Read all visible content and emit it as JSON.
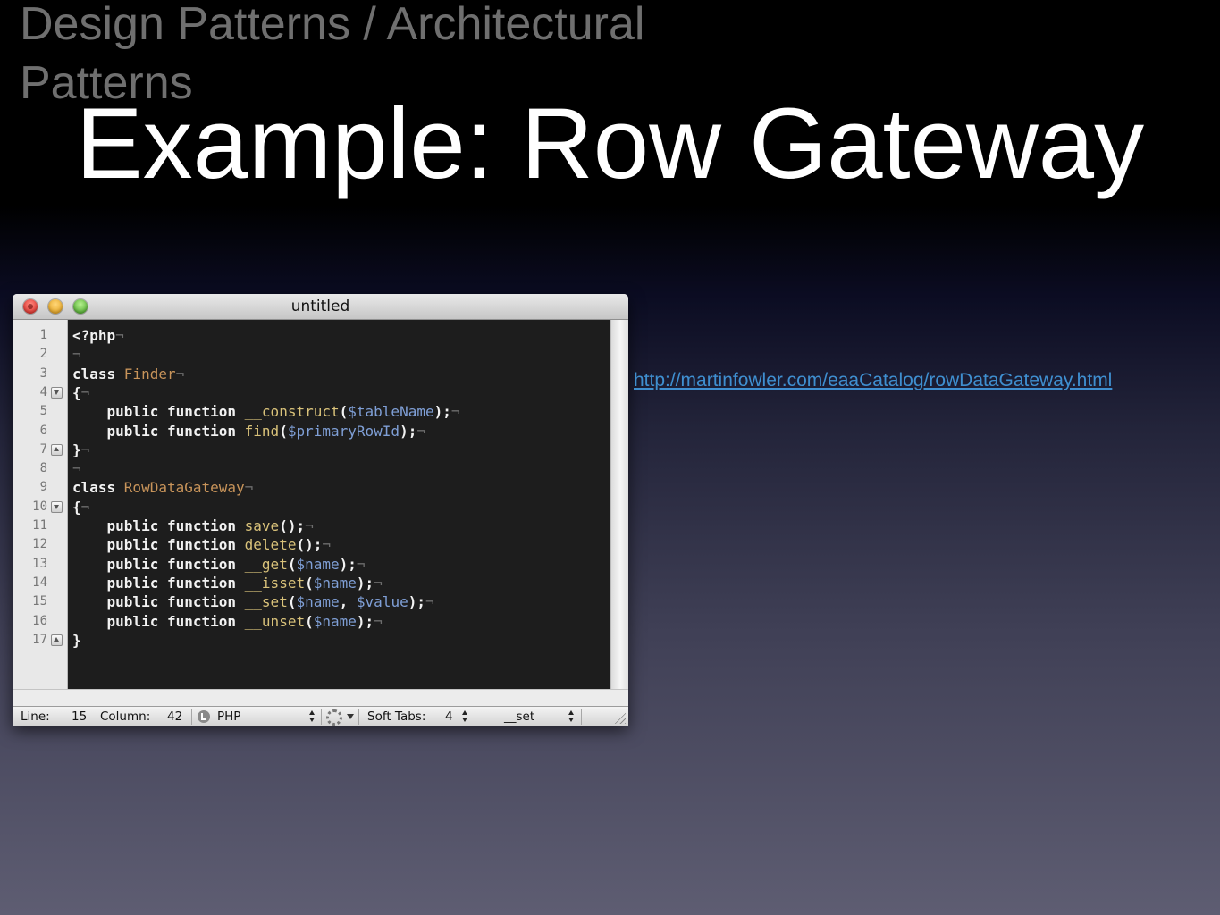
{
  "slide": {
    "section_title": "Design Patterns / Architectural Patterns",
    "title": "Example: Row Gateway",
    "link_url": "http://martinfowler.com/eaaCatalog/rowDataGateway.html"
  },
  "window": {
    "title": "untitled"
  },
  "editor": {
    "lines": [
      {
        "n": "1",
        "fold": "",
        "tokens": [
          {
            "t": "<?php",
            "c": "plain"
          },
          {
            "t": "¬",
            "c": "nl"
          }
        ]
      },
      {
        "n": "2",
        "fold": "",
        "tokens": [
          {
            "t": "¬",
            "c": "nl"
          }
        ]
      },
      {
        "n": "3",
        "fold": "",
        "tokens": [
          {
            "t": "class ",
            "c": "plain"
          },
          {
            "t": "Finder",
            "c": "cls"
          },
          {
            "t": "¬",
            "c": "nl"
          }
        ]
      },
      {
        "n": "4",
        "fold": "down",
        "tokens": [
          {
            "t": "{",
            "c": "plain"
          },
          {
            "t": "¬",
            "c": "nl"
          }
        ]
      },
      {
        "n": "5",
        "fold": "",
        "tokens": [
          {
            "t": "    public function ",
            "c": "plain"
          },
          {
            "t": "__construct",
            "c": "fn"
          },
          {
            "t": "(",
            "c": "plain"
          },
          {
            "t": "$tableName",
            "c": "var"
          },
          {
            "t": ");",
            "c": "plain"
          },
          {
            "t": "¬",
            "c": "nl"
          }
        ]
      },
      {
        "n": "6",
        "fold": "",
        "tokens": [
          {
            "t": "    public function ",
            "c": "plain"
          },
          {
            "t": "find",
            "c": "fn"
          },
          {
            "t": "(",
            "c": "plain"
          },
          {
            "t": "$primaryRowId",
            "c": "var"
          },
          {
            "t": ");",
            "c": "plain"
          },
          {
            "t": "¬",
            "c": "nl"
          }
        ]
      },
      {
        "n": "7",
        "fold": "up",
        "tokens": [
          {
            "t": "}",
            "c": "plain"
          },
          {
            "t": "¬",
            "c": "nl"
          }
        ]
      },
      {
        "n": "8",
        "fold": "",
        "tokens": [
          {
            "t": "¬",
            "c": "nl"
          }
        ]
      },
      {
        "n": "9",
        "fold": "",
        "tokens": [
          {
            "t": "class ",
            "c": "plain"
          },
          {
            "t": "RowDataGateway",
            "c": "cls"
          },
          {
            "t": "¬",
            "c": "nl"
          }
        ]
      },
      {
        "n": "10",
        "fold": "down",
        "tokens": [
          {
            "t": "{",
            "c": "plain"
          },
          {
            "t": "¬",
            "c": "nl"
          }
        ]
      },
      {
        "n": "11",
        "fold": "",
        "tokens": [
          {
            "t": "    public function ",
            "c": "plain"
          },
          {
            "t": "save",
            "c": "fn"
          },
          {
            "t": "();",
            "c": "plain"
          },
          {
            "t": "¬",
            "c": "nl"
          }
        ]
      },
      {
        "n": "12",
        "fold": "",
        "tokens": [
          {
            "t": "    public function ",
            "c": "plain"
          },
          {
            "t": "delete",
            "c": "fn"
          },
          {
            "t": "();",
            "c": "plain"
          },
          {
            "t": "¬",
            "c": "nl"
          }
        ]
      },
      {
        "n": "13",
        "fold": "",
        "tokens": [
          {
            "t": "    public function ",
            "c": "plain"
          },
          {
            "t": "__get",
            "c": "fn"
          },
          {
            "t": "(",
            "c": "plain"
          },
          {
            "t": "$name",
            "c": "var"
          },
          {
            "t": ");",
            "c": "plain"
          },
          {
            "t": "¬",
            "c": "nl"
          }
        ]
      },
      {
        "n": "14",
        "fold": "",
        "tokens": [
          {
            "t": "    public function ",
            "c": "plain"
          },
          {
            "t": "__isset",
            "c": "fn"
          },
          {
            "t": "(",
            "c": "plain"
          },
          {
            "t": "$name",
            "c": "var"
          },
          {
            "t": ");",
            "c": "plain"
          },
          {
            "t": "¬",
            "c": "nl"
          }
        ]
      },
      {
        "n": "15",
        "fold": "",
        "tokens": [
          {
            "t": "    public function ",
            "c": "plain"
          },
          {
            "t": "__set",
            "c": "fn"
          },
          {
            "t": "(",
            "c": "plain"
          },
          {
            "t": "$name",
            "c": "var"
          },
          {
            "t": ", ",
            "c": "plain"
          },
          {
            "t": "$value",
            "c": "var"
          },
          {
            "t": ");",
            "c": "plain"
          },
          {
            "t": "¬",
            "c": "nl"
          }
        ]
      },
      {
        "n": "16",
        "fold": "",
        "tokens": [
          {
            "t": "    public function ",
            "c": "plain"
          },
          {
            "t": "__unset",
            "c": "fn"
          },
          {
            "t": "(",
            "c": "plain"
          },
          {
            "t": "$name",
            "c": "var"
          },
          {
            "t": ");",
            "c": "plain"
          },
          {
            "t": "¬",
            "c": "nl"
          }
        ]
      },
      {
        "n": "17",
        "fold": "up",
        "tokens": [
          {
            "t": "}",
            "c": "plain"
          }
        ]
      }
    ]
  },
  "statusbar": {
    "line_label": "Line:",
    "line_value": "15",
    "column_label": "Column:",
    "column_value": "42",
    "language": "PHP",
    "soft_tabs_label": "Soft Tabs:",
    "soft_tabs_value": "4",
    "symbol": "__set"
  }
}
